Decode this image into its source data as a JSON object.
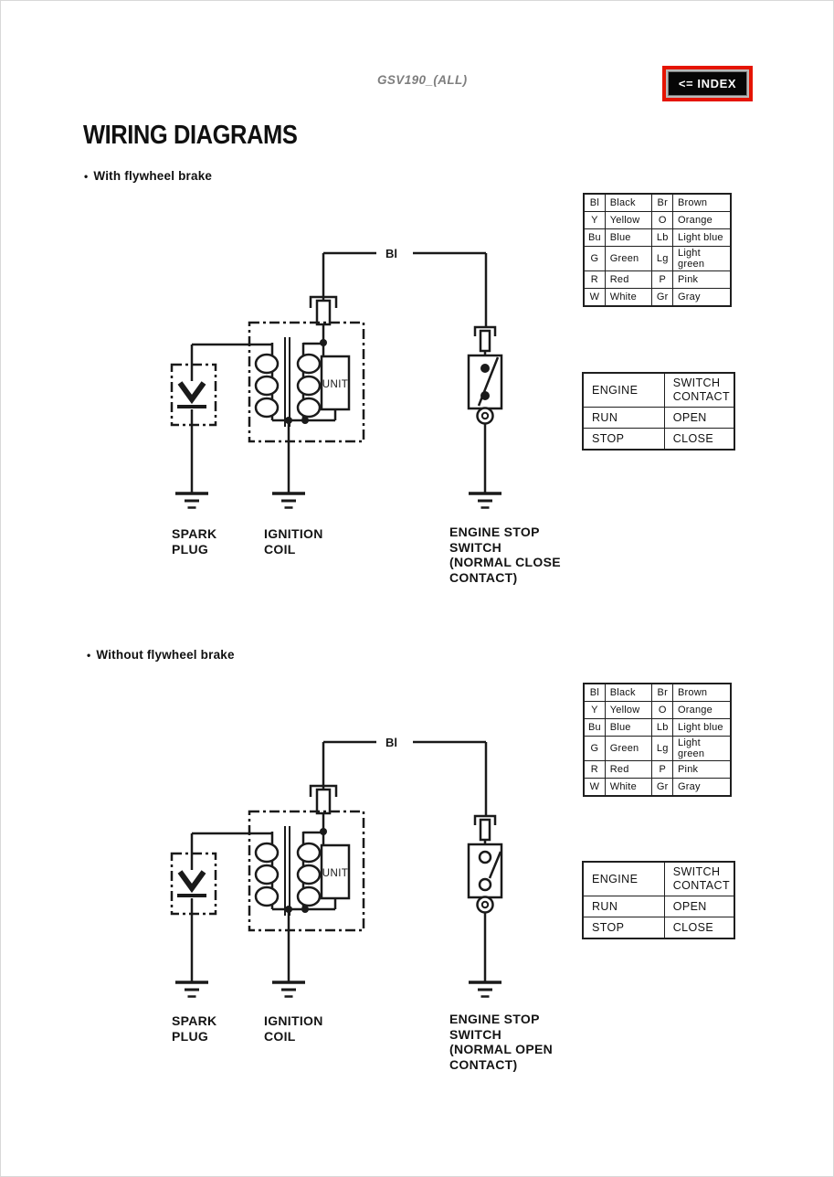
{
  "header": {
    "doc_code": "GSV190_(ALL)",
    "index_button_label": "<= INDEX"
  },
  "page_title": "WIRING DIAGRAMS",
  "colors": {
    "index_button_border": "#e51400",
    "index_button_background": "#060606",
    "index_button_frame": "#b9b9b9",
    "index_button_text": "#ffffff",
    "ink": "#1a1a1a"
  },
  "sections": [
    {
      "bullet": "•",
      "label": "With flywheel brake",
      "wire_label": "Bl",
      "unit_label": "UNIT",
      "labels": {
        "spark_plug": "SPARK\nPLUG",
        "ignition_coil": "IGNITION\nCOIL",
        "engine_stop_switch": "ENGINE STOP\nSWITCH\n(NORMAL CLOSE\nCONTACT)"
      }
    },
    {
      "bullet": "•",
      "label": "Without flywheel brake",
      "wire_label": "Bl",
      "unit_label": "UNIT",
      "labels": {
        "spark_plug": "SPARK\nPLUG",
        "ignition_coil": "IGNITION\nCOIL",
        "engine_stop_switch": "ENGINE STOP\nSWITCH\n(NORMAL OPEN\nCONTACT)"
      }
    }
  ],
  "wire_color_code_table": {
    "rows": [
      [
        "Bl",
        "Black",
        "Br",
        "Brown"
      ],
      [
        "Y",
        "Yellow",
        "O",
        "Orange"
      ],
      [
        "Bu",
        "Blue",
        "Lb",
        "Light blue"
      ],
      [
        "G",
        "Green",
        "Lg",
        "Light green"
      ],
      [
        "R",
        "Red",
        "P",
        "Pink"
      ],
      [
        "W",
        "White",
        "Gr",
        "Gray"
      ]
    ]
  },
  "engine_switch_table": {
    "rows": [
      [
        "ENGINE",
        "SWITCH\nCONTACT"
      ],
      [
        "RUN",
        "OPEN"
      ],
      [
        "STOP",
        "CLOSE"
      ]
    ]
  }
}
